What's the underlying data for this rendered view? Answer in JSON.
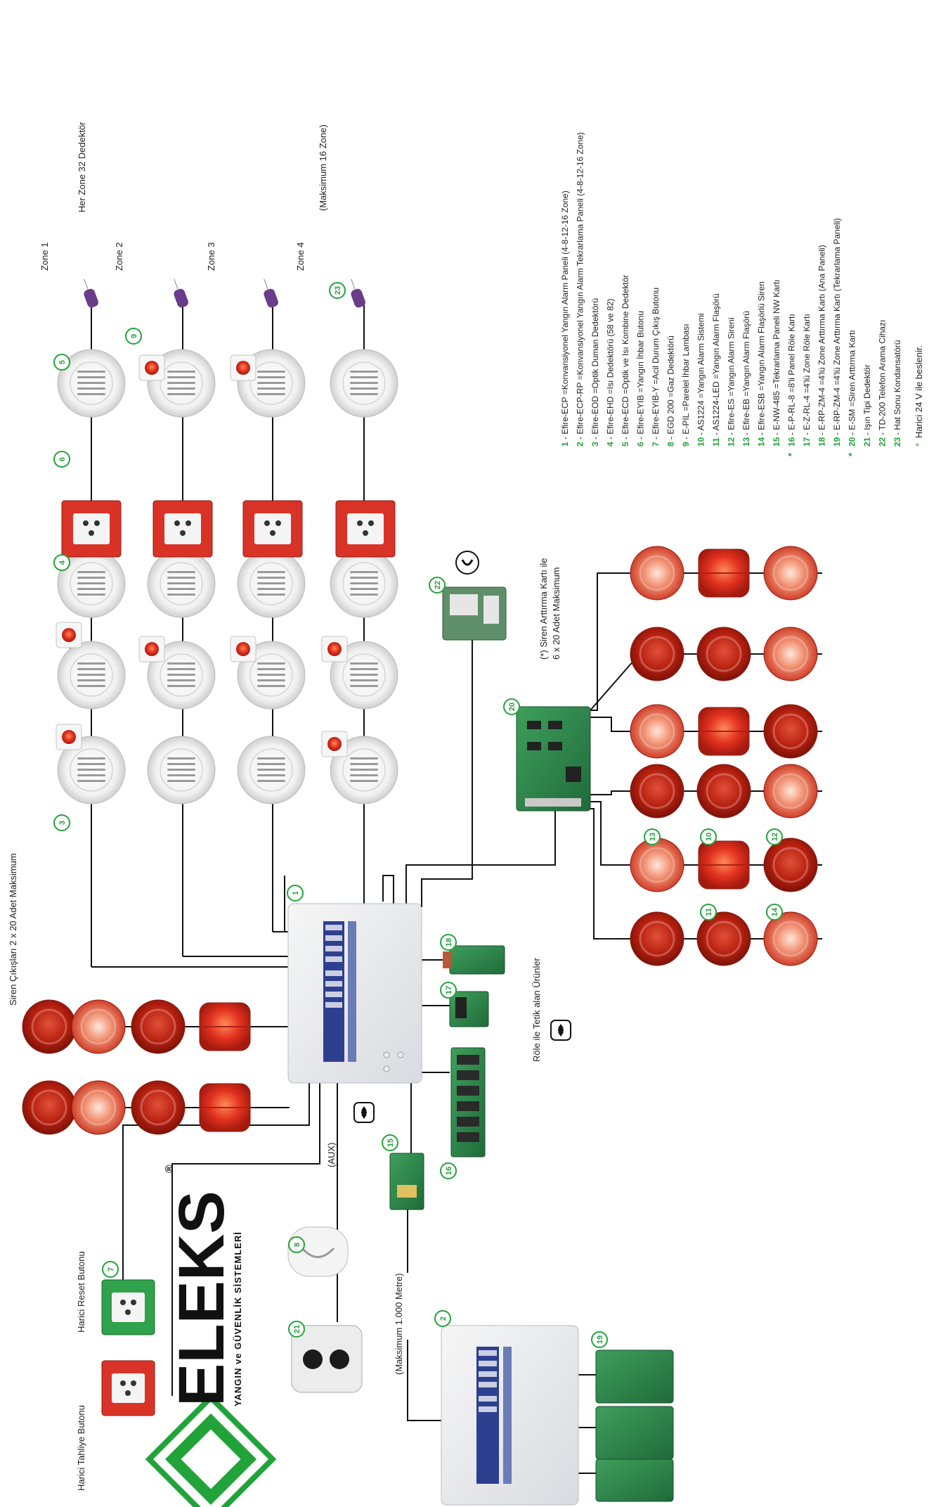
{
  "rotated_labels": {
    "zone1": "Zone 1",
    "zone2": "Zone 2",
    "zone3": "Zone 3",
    "zone4": "Zone 4",
    "detectors_per_zone": "Her Zone 32 Dedektör",
    "max_zones": "(Maksimum 16 Zone)",
    "siren_outputs": "Siren Çıkışları 2 x 20 Adet Maksimum",
    "siren_expansion": "(*) Siren Arttırma Kartı ile",
    "siren_expansion_count": "6 x 20 Adet Maksimum",
    "relay_products": "Röle ile Tetik alan Ürünler",
    "aux": "(AUX)",
    "max_distance": "(Maksimum 1.000 Metre)",
    "external_reset": "Harici Reset Butonu",
    "external_evac": "Harici Tahliye Butonu"
  },
  "legend": [
    {
      "num": "1",
      "text": "- Efire-ECP =Konvansiyonel Yangın Alarm Paneli (4-8-12-16 Zone)",
      "star": false
    },
    {
      "num": "2",
      "text": "- Efire-ECP-RP =Konvansiyonel Yangın Alarm Tekrarlama Paneli (4-8-12-16 Zone)",
      "star": false
    },
    {
      "num": "3",
      "text": "- Efire-EOD =Optik Duman Dedektörü",
      "star": false
    },
    {
      "num": "4",
      "text": "- Efire-EHD =Isı Dedektörü (58 ve 82)",
      "star": false
    },
    {
      "num": "5",
      "text": "- Efire-ECD =Optik ve Isı Kombine Dedektör",
      "star": false
    },
    {
      "num": "6",
      "text": "- Efire-EYIB =Yangın İhbar Butonu",
      "star": false
    },
    {
      "num": "7",
      "text": "- Efire-EYIB-Y =Acil Durum Çıkış Butonu",
      "star": false
    },
    {
      "num": "8",
      "text": "- EGD 200 =Gaz Dedektörü",
      "star": false
    },
    {
      "num": "9",
      "text": "- E-PIL =Parelel İhbar Lambası",
      "star": false
    },
    {
      "num": "10",
      "text": "- AS1224 =Yangın Alarm Sistemi",
      "star": false
    },
    {
      "num": "11",
      "text": "- AS1224-LED =Yangın Alarm Flaşörü",
      "star": false
    },
    {
      "num": "12",
      "text": "- Efire-ES =Yangın Alarm Sireni",
      "star": false
    },
    {
      "num": "13",
      "text": "- Efire-EB =Yangın Alarm Flaşörü",
      "star": false
    },
    {
      "num": "14",
      "text": "- Efire-ESB =Yangın Alarm Flaşörlü Siren",
      "star": false
    },
    {
      "num": "15",
      "text": "- E-NW-485 =Tekrarlama Paneli NW Kartı",
      "star": false
    },
    {
      "num": "16",
      "text": "- E-P-RL-8 =8'li Panel Röle Kartı",
      "star": true
    },
    {
      "num": "17",
      "text": "- E-Z-RL-4 =4'lü Zone Röle Kartı",
      "star": false
    },
    {
      "num": "18",
      "text": "- E-RP-ZM-4 =4'lü Zone Arttırma Kartı (Ana Paneli)",
      "star": false
    },
    {
      "num": "19",
      "text": "- E-RP-ZM-4 =4'lü Zone Arttırma Kartı (Tekrarlama Paneli)",
      "star": false
    },
    {
      "num": "20",
      "text": "- E-SM =Siren Arttırma Kartı",
      "star": true
    },
    {
      "num": "21",
      "text": "- Işın Tipi Dedektör",
      "star": false
    },
    {
      "num": "22",
      "text": "- TD-200 Telefon Arama Cihazı",
      "star": false
    },
    {
      "num": "23",
      "text": "- Hat Sonu Kondansatörü",
      "star": false
    }
  ],
  "footnote": {
    "star": "*",
    "text": "Harici 24 V ile beslenir."
  },
  "logo": {
    "name": "ELEKS",
    "tagline": "YANGIN ve GÜVENLİK SİSTEMLERİ",
    "registered": "®"
  },
  "callouts": {
    "c1": "1",
    "c2": "2",
    "c3": "3",
    "c4": "4",
    "c5": "5",
    "c6": "6",
    "c7": "7",
    "c8": "8",
    "c9": "9",
    "c10": "10",
    "c11": "11",
    "c12": "12",
    "c13": "13",
    "c14": "14",
    "c15": "15",
    "c16": "16",
    "c17": "17",
    "c18": "18",
    "c19": "19",
    "c20": "20",
    "c21": "21",
    "c22": "22",
    "c23": "23"
  },
  "colors": {
    "accent_green": "#22a33a",
    "siren_red": "#d62a1a",
    "panel_blue": "#2d3f8f",
    "line": "#111111"
  }
}
